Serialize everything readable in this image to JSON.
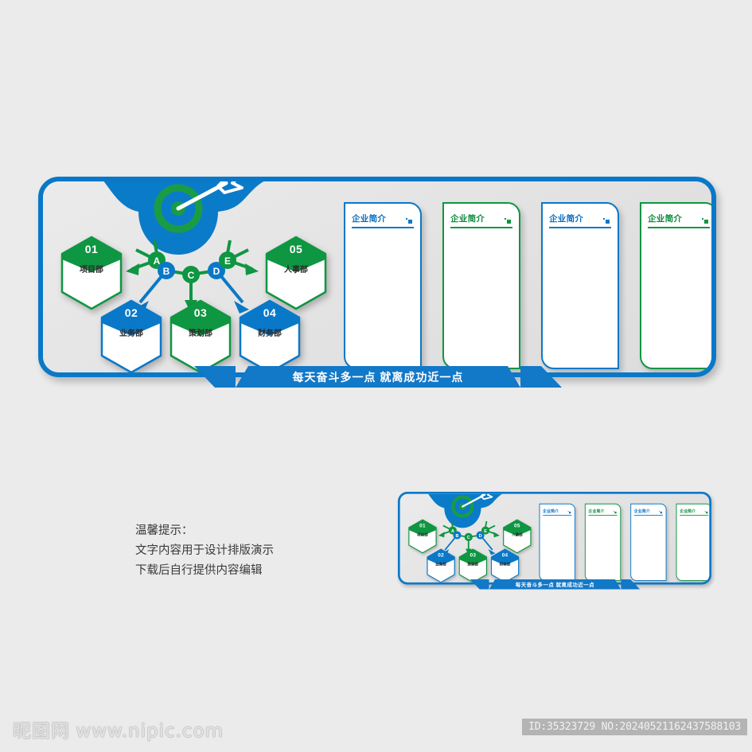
{
  "page": {
    "background_color": "#ebebeb",
    "brand_blue": "#0a78c8",
    "brand_green": "#0f9642"
  },
  "wall_design": {
    "banner_text": "每天奋斗多一点   就离成功近一点",
    "center_graphic": {
      "icon": "target-with-arrow-icon",
      "ring_color": "#1a9c45",
      "blob_color": "#0a7bc8",
      "arrow_color": "#ffffff"
    },
    "hexagons": [
      {
        "number": "01",
        "label": "项目部",
        "color": "#0f9642",
        "accent": "green"
      },
      {
        "number": "02",
        "label": "业务部",
        "color": "#0a78c8",
        "accent": "blue"
      },
      {
        "number": "03",
        "label": "策划部",
        "color": "#0f9642",
        "accent": "green"
      },
      {
        "number": "04",
        "label": "财务部",
        "color": "#0a78c8",
        "accent": "blue"
      },
      {
        "number": "05",
        "label": "人事部",
        "color": "#0f9642",
        "accent": "green"
      }
    ],
    "connector_nodes": [
      {
        "letter": "A",
        "color": "#0f9642"
      },
      {
        "letter": "B",
        "color": "#0a78c8"
      },
      {
        "letter": "C",
        "color": "#0f9642"
      },
      {
        "letter": "D",
        "color": "#0a78c8"
      },
      {
        "letter": "E",
        "color": "#0f9642"
      }
    ],
    "panels": [
      {
        "title": "企业简介",
        "accent": "blue",
        "color": "#0a78c8"
      },
      {
        "title": "企业简介",
        "accent": "green",
        "color": "#0f9642"
      },
      {
        "title": "企业简介",
        "accent": "blue",
        "color": "#0a78c8"
      },
      {
        "title": "企业简介",
        "accent": "green",
        "color": "#0f9642"
      }
    ]
  },
  "tips": {
    "line1": "温馨提示：",
    "line2": "文字内容用于设计排版演示",
    "line3": "下载后自行提供内容编辑"
  },
  "footer": {
    "logo_cn": "昵图网",
    "logo_site": "www.nipic.com",
    "id_text": "ID:35323729 NO:20240521162437588103"
  }
}
